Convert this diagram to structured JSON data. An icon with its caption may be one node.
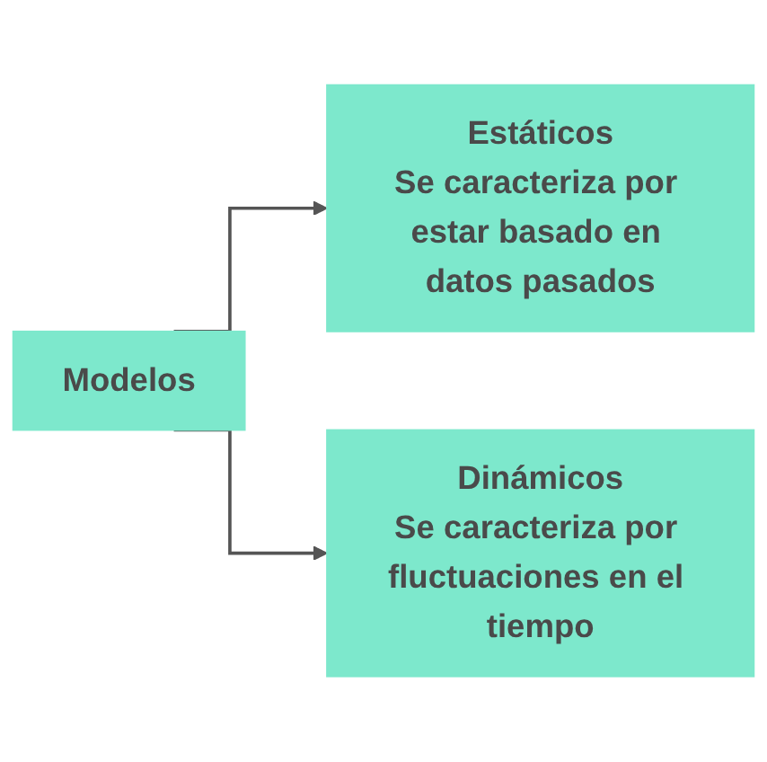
{
  "diagram": {
    "nodes": [
      {
        "text": [
          "Modelos"
        ]
      },
      {
        "text": [
          "Estáticos",
          "Se caracteriza por estar basado en datos pasados"
        ]
      },
      {
        "text": [
          "Dinámicos",
          "Se caracteriza por fluctuaciones en el tiempo"
        ]
      }
    ],
    "edges": [
      {
        "from": 0,
        "to": 1,
        "arrow": "to"
      },
      {
        "from": 0,
        "to": 2,
        "arrow": "to"
      }
    ]
  }
}
